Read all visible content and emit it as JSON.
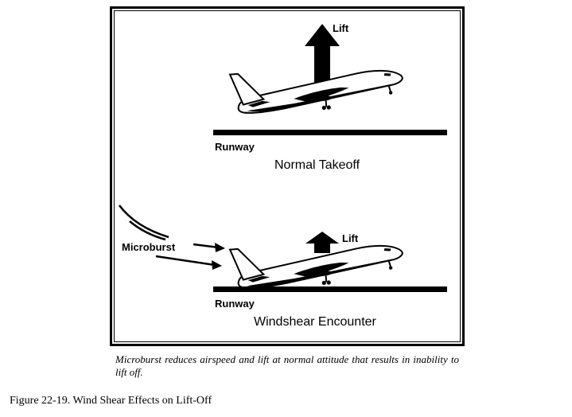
{
  "scenes": {
    "normal": {
      "lift_label": "Lift",
      "runway_label": "Runway",
      "title": "Normal Takeoff"
    },
    "windshear": {
      "lift_label": "Lift",
      "runway_label": "Runway",
      "title": "Windshear Encounter",
      "microburst_label": "Microburst"
    }
  },
  "caption": "Microburst reduces airspeed and lift at normal attitude that results in inability to lift off.",
  "figure_title": "Figure 22-19. Wind Shear Effects on Lift-Off"
}
